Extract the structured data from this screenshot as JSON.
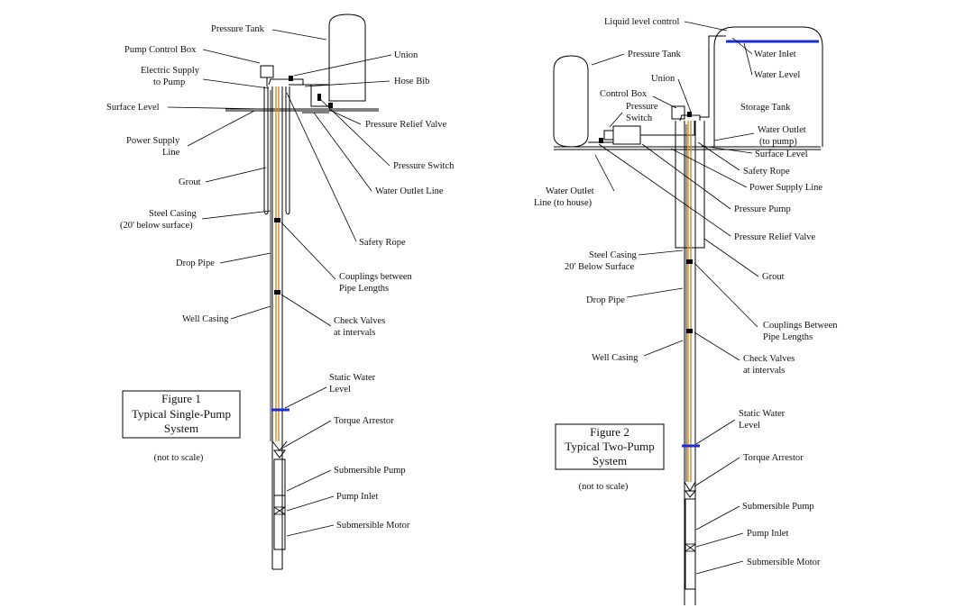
{
  "figure1": {
    "caption_line1": "Figure 1",
    "caption_line2": "Typical Single-Pump",
    "caption_line3": "System",
    "note": "(not to scale)",
    "labels": {
      "pressure_tank": "Pressure Tank",
      "pump_control_box": "Pump Control Box",
      "electric_supply_1": "Electric Supply",
      "electric_supply_2": "to Pump",
      "surface_level": "Surface Level",
      "power_supply_1": "Power Supply",
      "power_supply_2": "Line",
      "grout": "Grout",
      "steel_casing_1": "Steel Casing",
      "steel_casing_2": "(20' below surface)",
      "drop_pipe": "Drop Pipe",
      "well_casing": "Well Casing",
      "union": "Union",
      "hose_bib": "Hose Bib",
      "pressure_relief_valve": "Pressure Relief Valve",
      "pressure_switch": "Pressure Switch",
      "water_outlet_line": "Water Outlet Line",
      "safety_rope": "Safety Rope",
      "couplings_1": "Couplings between",
      "couplings_2": "Pipe Lengths",
      "check_valves_1": "Check Valves",
      "check_valves_2": "at intervals",
      "static_water_1": "Static Water",
      "static_water_2": "Level",
      "torque_arrestor": "Torque Arrestor",
      "submersible_pump": "Submersible Pump",
      "pump_inlet": "Pump Inlet",
      "submersible_motor": "Submersible Motor"
    }
  },
  "figure2": {
    "caption_line1": "Figure 2",
    "caption_line2": "Typical Two-Pump",
    "caption_line3": "System",
    "note": "(not to scale)",
    "labels": {
      "liquid_level_control": "Liquid level control",
      "pressure_tank": "Pressure Tank",
      "union": "Union",
      "control_box": "Control Box",
      "pressure_switch_1": "Pressure",
      "pressure_switch_2": "Switch",
      "water_inlet": "Water Inlet",
      "water_level": "Water Level",
      "storage_tank": "Storage Tank",
      "water_outlet_1": "Water Outlet",
      "water_outlet_2": "(to pump)",
      "surface_level": "Surface Level",
      "safety_rope": "Safety Rope",
      "power_supply_line": "Power Supply Line",
      "water_outlet_house_1": "Water Outlet",
      "water_outlet_house_2": "Line (to house)",
      "pressure_pump": "Pressure Pump",
      "pressure_relief_valve": "Pressure Relief Valve",
      "steel_casing_1": "Steel Casing",
      "steel_casing_2": "20' Below Surface",
      "grout": "Grout",
      "drop_pipe": "Drop Pipe",
      "couplings_1": "Couplings Between",
      "couplings_2": "Pipe Lengths",
      "well_casing": "Well Casing",
      "check_valves_1": "Check Valves",
      "check_valves_2": "at intervals",
      "static_water_1": "Static Water",
      "static_water_2": "Level",
      "torque_arrestor": "Torque Arrestor",
      "submersible_pump": "Submersible Pump",
      "pump_inlet": "Pump Inlet",
      "submersible_motor": "Submersible Motor"
    }
  },
  "colors": {
    "drop_pipe": "#d48a1f",
    "water_level": "#1a2fd6",
    "line": "#000000"
  }
}
